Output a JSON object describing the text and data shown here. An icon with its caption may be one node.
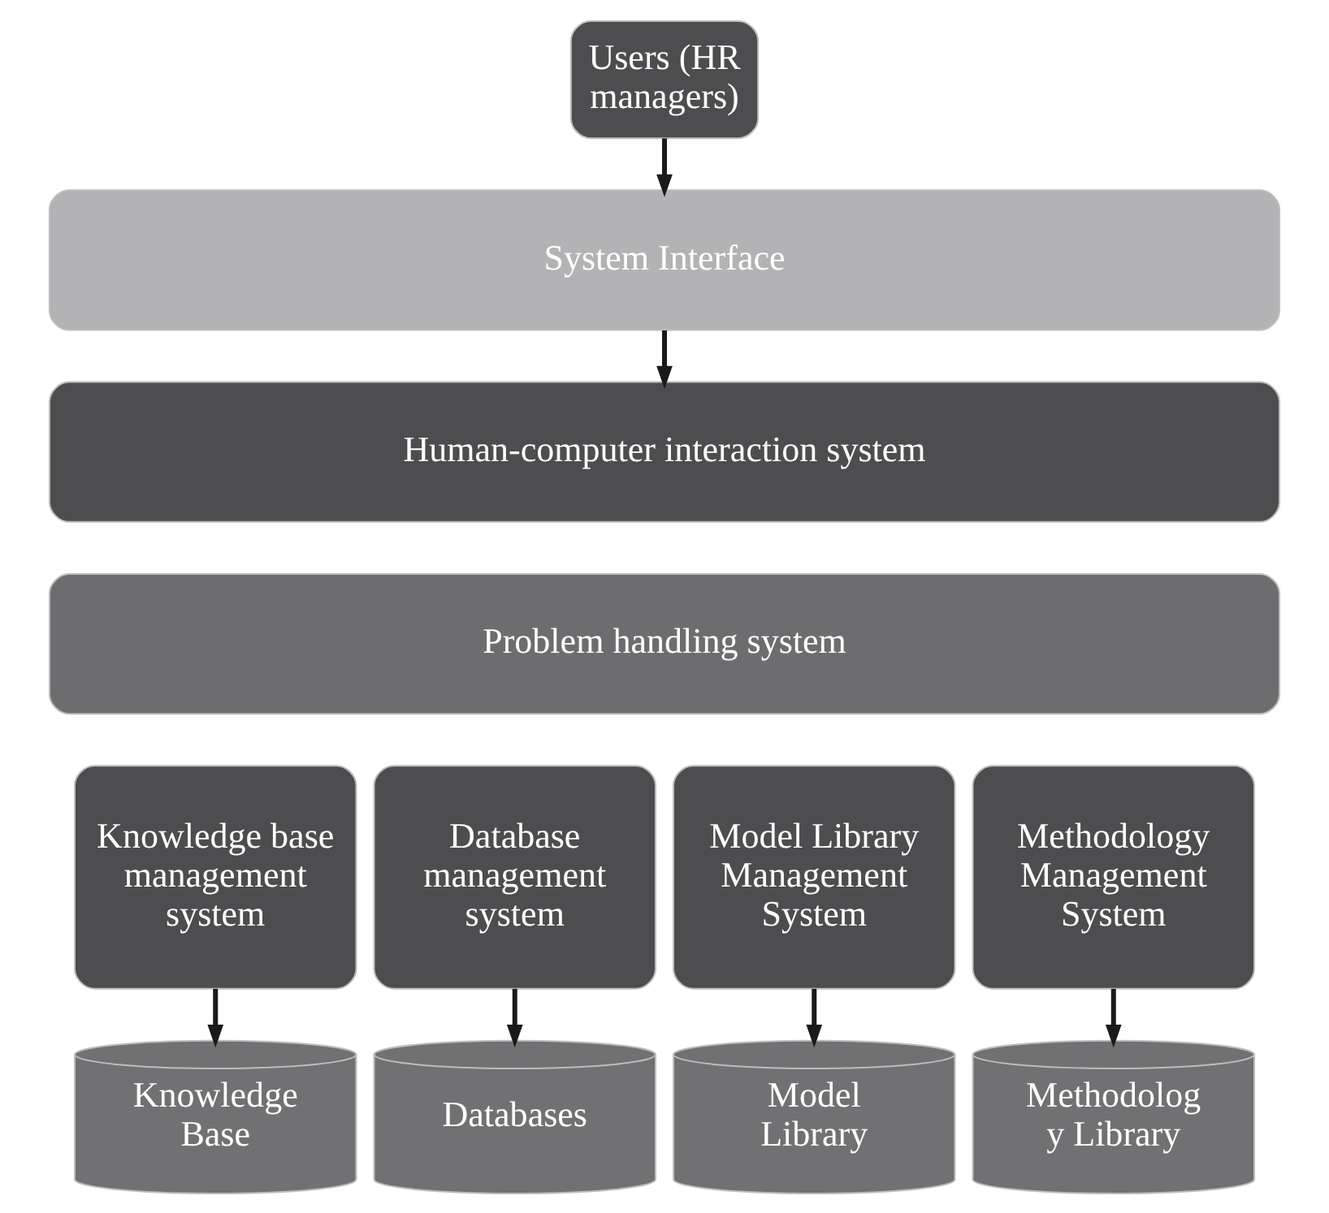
{
  "diagram": {
    "nodes": [
      {
        "text": [
          "Users (HR managers)"
        ]
      },
      {
        "text": [
          "System Interface"
        ]
      },
      {
        "text": [
          "Human-computer interaction system"
        ]
      },
      {
        "text": [
          "Problem handling system"
        ]
      },
      {
        "text": [
          "Knowledge base management system"
        ]
      },
      {
        "text": [
          "Database management system"
        ]
      },
      {
        "text": [
          "Model Library Management System"
        ]
      },
      {
        "text": [
          "Methodology Management System"
        ]
      },
      {
        "text": [
          "Knowledge Base"
        ]
      },
      {
        "text": [
          "Databases"
        ]
      },
      {
        "text": [
          "Model Library"
        ]
      },
      {
        "text": [
          "Methodolog y Library"
        ]
      }
    ],
    "edges": [
      {
        "from": 0,
        "to": 1,
        "arrow": "to"
      },
      {
        "from": 1,
        "to": 2,
        "arrow": "to"
      },
      {
        "from": 4,
        "to": 8,
        "arrow": "to"
      },
      {
        "from": 5,
        "to": 9,
        "arrow": "to"
      },
      {
        "from": 6,
        "to": 10,
        "arrow": "to"
      },
      {
        "from": 7,
        "to": 11,
        "arrow": "to"
      }
    ]
  }
}
